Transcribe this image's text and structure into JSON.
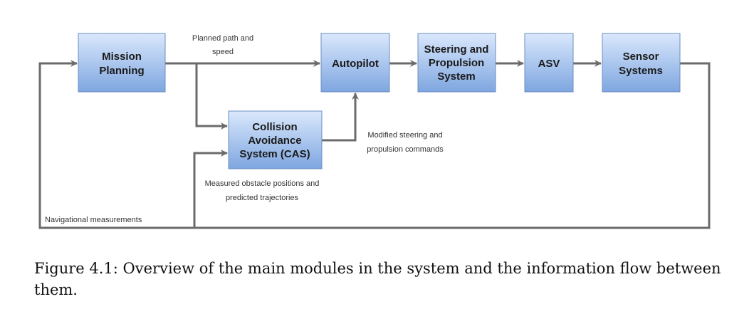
{
  "colors": {
    "box_fill_top": "#dae8fc",
    "box_fill_bottom": "#7ea6e0",
    "box_border": "#6c8ebf",
    "edge": "#6b6b6b"
  },
  "nodes": {
    "mission_planning": [
      "Mission",
      "Planning"
    ],
    "autopilot": [
      "Autopilot"
    ],
    "steering": [
      "Steering and",
      "Propulsion",
      "System"
    ],
    "asv": [
      "ASV"
    ],
    "sensor": [
      "Sensor",
      "Systems"
    ],
    "cas": [
      "Collision",
      "Avoidance",
      "System (CAS)"
    ]
  },
  "edge_labels": {
    "planned_path": [
      "Planned path and",
      "speed"
    ],
    "modified_commands": [
      "Modified steering and",
      "propulsion commands"
    ],
    "obstacle_positions": [
      "Measured obstacle positions and",
      "predicted trajectories"
    ],
    "navigational": [
      "Navigational measurements"
    ]
  },
  "caption": {
    "text": "Figure 4.1: Overview of the main modules in the system and the information flow between them."
  }
}
